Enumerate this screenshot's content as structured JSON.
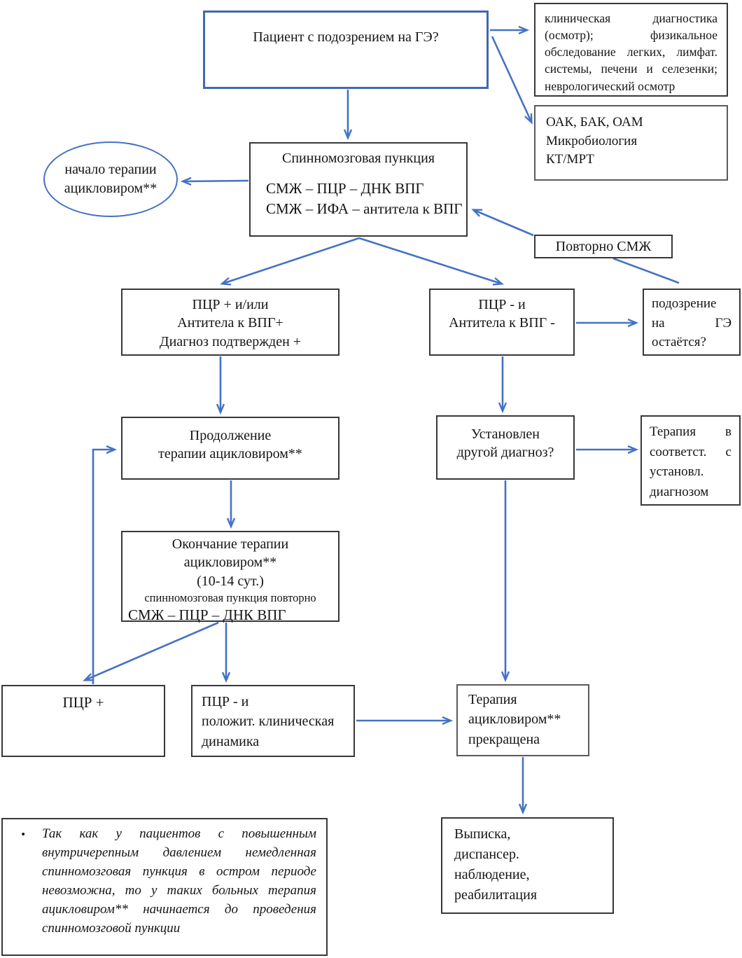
{
  "colors": {
    "connector_blue": "#4472C4",
    "blue_shape_border": "#4169AD",
    "box_border_dark": "#383838",
    "box_border_gray": "#5A5A5A"
  },
  "diagram": {
    "patient_box": "Пациент с подозрением на ГЭ?",
    "clinical_box": "клиническая диагностика (осмотр); физикальное обследование легких, лимфат. системы, печени и селезенки; неврологический осмотр",
    "lab_box": [
      "ОАК, БАК, ОАМ",
      "Микробиология",
      "КТ/МРТ"
    ],
    "start_therapy_ellipse": [
      "начало терапии",
      "ацикловиром**"
    ],
    "puncture_box": {
      "title": "Спинномозговая пункция",
      "lines": [
        "СМЖ – ПЦР – ДНК ВПГ",
        "СМЖ – ИФА – антитела к ВПГ"
      ]
    },
    "repeat_csf_box": "Повторно СМЖ",
    "pcr_positive_branch": [
      "ПЦР + и/или",
      "Антитела к ВПГ+",
      "Диагноз подтвержден +"
    ],
    "pcr_negative_branch": [
      "ПЦР - и",
      "Антитела к ВПГ -"
    ],
    "suspicion_box": "подозрение на ГЭ остаётся?",
    "continue_therapy_box": [
      "Продолжение",
      "терапии ацикловиром**"
    ],
    "other_diagnosis_box": [
      "Установлен",
      "другой диагноз?"
    ],
    "therapy_per_diagnosis_box": "Терапия в соответст. с установл. диагнозом",
    "end_therapy_box": {
      "lines_main": [
        "Окончание терапии",
        "ацикловиром**",
        "(10-14 сут.)"
      ],
      "line_small": "спинномозговая пункция повторно",
      "line_last": "СМЖ – ПЦР – ДНК ВПГ"
    },
    "pcr_positive_result_box": "ПЦР +",
    "pcr_negative_result_box": [
      "ПЦР - и",
      "положит. клиническая",
      "динамика"
    ],
    "therapy_stopped_box": [
      "Терапия",
      "ацикловиром**",
      "прекращена"
    ],
    "discharge_box": [
      "Выписка,",
      "диспансер.",
      "наблюдение,",
      "реабилитация"
    ],
    "note_box": {
      "bullet": "•",
      "text": "Так как у пациентов с повышенным внутричерепным давлением немедленная спинномозговая пункция в остром периоде невозможна, то у таких больных терапия ацикловиром** начинается до проведения спинномозговой пункции"
    }
  }
}
